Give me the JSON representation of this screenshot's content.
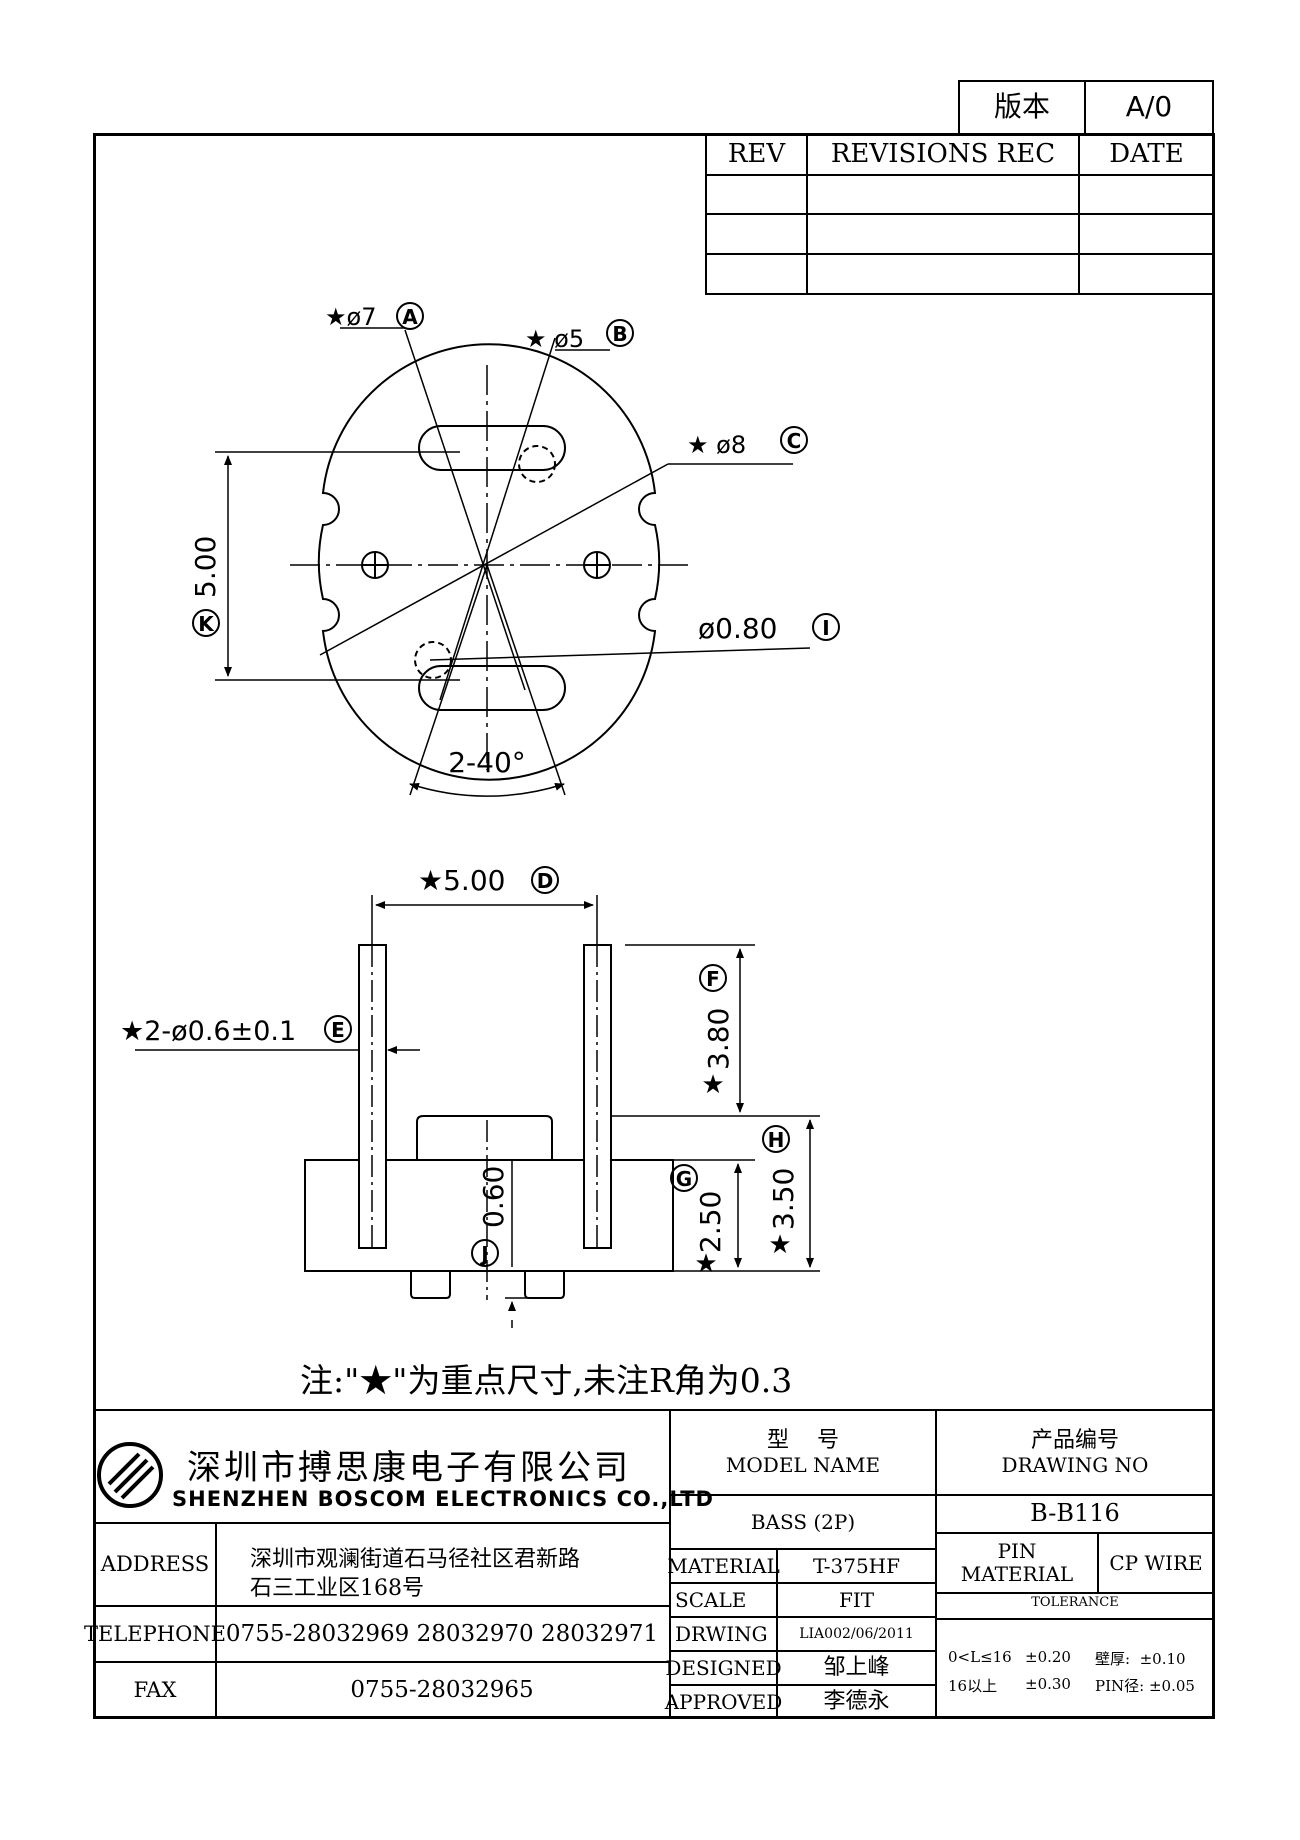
{
  "version": {
    "label": "版本",
    "value": "A/0"
  },
  "revisions": {
    "headers": [
      "REV",
      "REVISIONS REC",
      "DATE"
    ],
    "rows": [
      [
        "",
        "",
        ""
      ],
      [
        "",
        "",
        ""
      ],
      [
        "",
        "",
        ""
      ]
    ]
  },
  "top_view": {
    "callouts": [
      {
        "text": "★ø7",
        "marker": "A"
      },
      {
        "text": "★ ø5",
        "marker": "B"
      },
      {
        "text": "★ ø8",
        "marker": "C"
      },
      {
        "text": "ø0.80",
        "marker": "I"
      },
      {
        "text": "5.00",
        "marker": "K"
      }
    ],
    "angle_label": "2-40°"
  },
  "side_view": {
    "callouts": [
      {
        "text": "★5.00",
        "marker": "D"
      },
      {
        "text": "★2-ø0.6±0.1",
        "marker": "E"
      },
      {
        "text": "3.80",
        "marker": "F"
      },
      {
        "text": "2.50",
        "marker": "G"
      },
      {
        "text": "3.50",
        "marker": "H"
      },
      {
        "text": "0.60",
        "marker": "J"
      }
    ],
    "star": "★"
  },
  "note": "注:\"★\"为重点尺寸,未注R角为0.3",
  "company": {
    "name_cn": "深圳市搏思康电子有限公司",
    "name_en": "SHENZHEN BOSCOM ELECTRONICS CO.,LTD",
    "address_label": "ADDRESS",
    "address_line1": "深圳市观澜街道石马径社区君新路",
    "address_line2": "石三工业区168号",
    "telephone_label": "TELEPHONE",
    "telephone": "0755-28032969 28032970 28032971",
    "fax_label": "FAX",
    "fax": "0755-28032965"
  },
  "model": {
    "label_cn": "型    号",
    "label_en": "MODEL NAME",
    "value": "BASS (2P)"
  },
  "drawing_no": {
    "label_cn": "产品编号",
    "label_en": "DRAWING NO",
    "value": "B-B116"
  },
  "specs": [
    {
      "label": "MATERIAL",
      "value": "T-375HF"
    },
    {
      "label": "SCALE",
      "value": "FIT"
    },
    {
      "label": "DRWING",
      "value": "LIA002/06/2011"
    },
    {
      "label": "DESIGNED",
      "value": "邹上峰"
    },
    {
      "label": "APPROVED",
      "value": "李德永"
    }
  ],
  "pin_material": {
    "label_line1": "PIN",
    "label_line2": "MATERIAL",
    "value": "CP WIRE"
  },
  "tolerance": {
    "label": "TOLERANCE",
    "row1_range": "0<L≤16",
    "row1_tol": "±0.20",
    "row1_wall": "壁厚:  ±0.10",
    "row2_range": "16以上",
    "row2_tol": "±0.30",
    "row2_pin": "PIN径: ±0.05"
  }
}
